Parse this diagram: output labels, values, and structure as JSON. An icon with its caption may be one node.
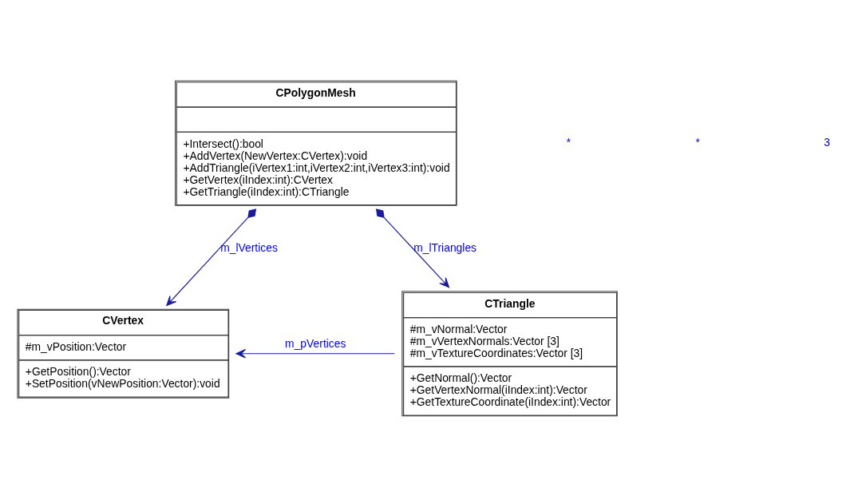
{
  "diagram": {
    "nodes": [
      {
        "text": [
          "CPolygonMesh",
          "+Intersect():bool",
          "+AddVertex(NewVertex:CVertex):void",
          "+AddTriangle(iVertex1:int,iVertex2:int,iVertex3:int):void",
          "+GetVertex(iIndex:int):CVertex",
          "+GetTriangle(iIndex:int):CTriangle"
        ]
      },
      {
        "text": [
          "CVertex",
          "#m_vPosition:Vector",
          "+GetPosition():Vector",
          "+SetPosition(vNewPosition:Vector):void"
        ]
      },
      {
        "text": [
          "CTriangle",
          "#m_vNormal:Vector",
          "#m_vVertexNormals:Vector [3]",
          "#m_vTextureCoordinates:Vector [3]",
          "+GetNormal():Vector",
          "+GetVertexNormal(iIndex:int):Vector",
          "+GetTextureCoordinate(iIndex:int):Vector"
        ]
      }
    ],
    "edges": [
      {
        "from": 0,
        "to": 1,
        "arrow": "to",
        "label": "m_lVertices"
      },
      {
        "from": 0,
        "to": 2,
        "arrow": "to",
        "label": "m_lTriangles"
      },
      {
        "from": 2,
        "to": 1,
        "arrow": "to",
        "label": "m_pVertices"
      }
    ],
    "labels": [
      "*",
      "*",
      "3"
    ]
  }
}
